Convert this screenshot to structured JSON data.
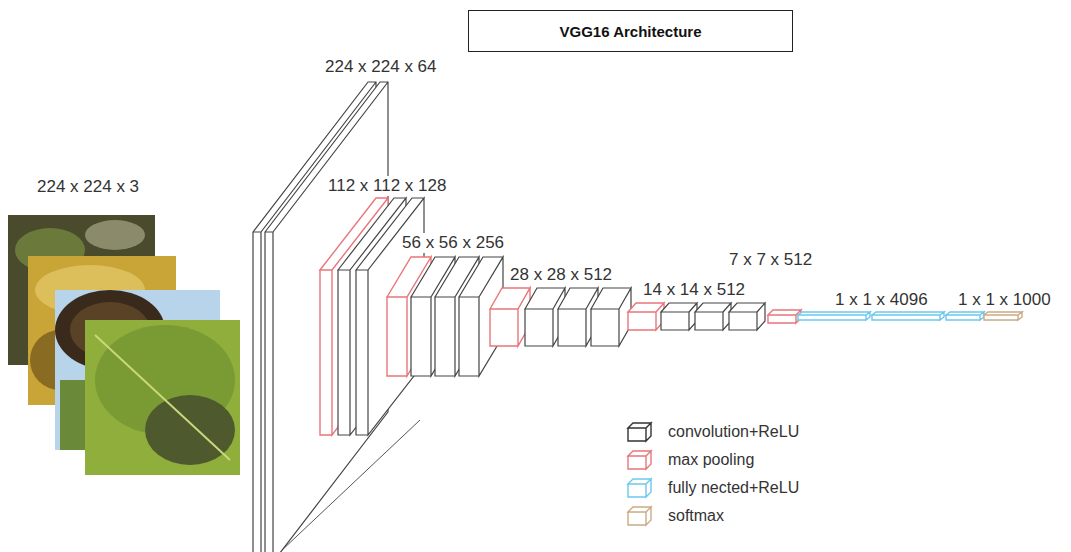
{
  "diagram": {
    "title": "VGG16 Architecture",
    "labels": [
      "224 x 224 x 3",
      "224 x 224 x 64",
      "112 x 112 x 128",
      "56 x 56 x 256",
      "28 x 28 x 512",
      "14 x 14 x 512",
      "7 x 7 x 512",
      "1 x 1 x 4096",
      "1 x 1 x 1000"
    ],
    "legend": [
      {
        "text": "convolution+ReLU",
        "color": "#333333"
      },
      {
        "text": "max pooling",
        "color": "#e8767a"
      },
      {
        "text": "fully nected+ReLU",
        "color": "#6cc7ee"
      },
      {
        "text": "softmax",
        "color": "#c9ab85"
      }
    ]
  }
}
